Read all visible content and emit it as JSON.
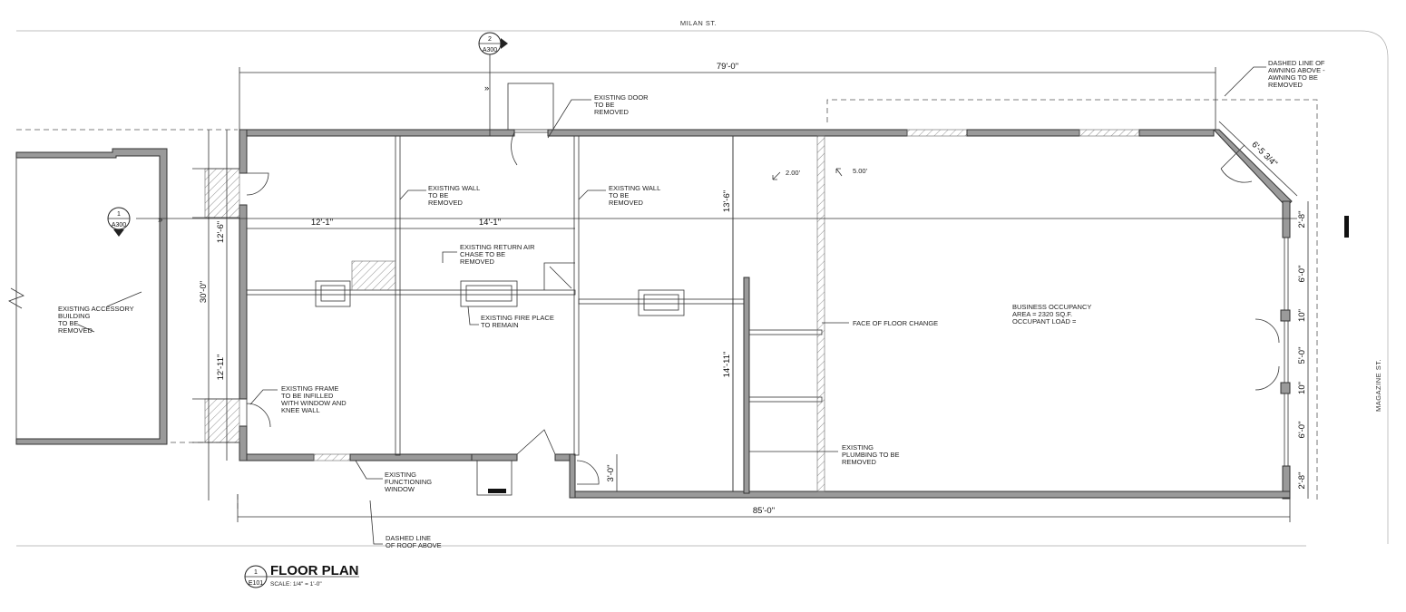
{
  "streets": {
    "north": "MILAN ST.",
    "east": "MAGAZINE ST."
  },
  "section_markers": [
    {
      "number": "2",
      "sheet": "A300"
    },
    {
      "number": "1",
      "sheet": "A300"
    }
  ],
  "dimensions": {
    "overall_top": "79'-0\"",
    "overall_bottom": "85'-0\"",
    "room_1_width": "12'-1\"",
    "room_2_width": "14'-1\"",
    "left_depth": "30'-0\"",
    "left_upper": "12'-6\"",
    "left_lower": "12'-11\"",
    "center_upper": "13'-6\"",
    "center_lower": "14'-11\"",
    "corner_chamfer": "6'-5 3/4\"",
    "door_width": "3'-0\"",
    "right_segments": [
      "2'-8\"",
      "6'-0\"",
      "10\"",
      "5'-0\"",
      "10\"",
      "6'-0\"",
      "2'-8\""
    ]
  },
  "slopes": [
    "2.00'",
    "5.00'"
  ],
  "notes": {
    "existing_door": [
      "EXISTING DOOR",
      "TO BE",
      "REMOVED"
    ],
    "existing_wall_1": [
      "EXISTING WALL",
      "TO BE",
      "REMOVED"
    ],
    "existing_wall_2": [
      "EXISTING WALL",
      "TO BE",
      "REMOVED"
    ],
    "return_air": [
      "EXISTING RETURN AIR",
      "CHASE TO BE",
      "REMOVED"
    ],
    "fire_place": [
      "EXISTING FIRE PLACE",
      "TO REMAIN"
    ],
    "accessory_building": [
      "EXISTING ACCESSORY",
      "BUILDING",
      "TO BE",
      "REMOVED"
    ],
    "existing_frame": [
      "EXISTING FRAME",
      "TO BE INFILLED",
      "WITH WINDOW AND",
      "KNEE WALL"
    ],
    "functioning_window": [
      "EXISTING",
      "FUNCTIONING",
      "WINDOW"
    ],
    "roof_above": [
      "DASHED LINE",
      "OF ROOF ABOVE"
    ],
    "floor_change": [
      "FACE OF FLOOR CHANGE"
    ],
    "plumbing": [
      "EXISTING",
      "PLUMBING TO BE",
      "REMOVED"
    ],
    "awning": [
      "DASHED LINE OF",
      "AWNING ABOVE -",
      "AWNING TO BE",
      "REMOVED"
    ],
    "occupancy": [
      "BUSINESS OCCUPANCY",
      "AREA = 2320 SQ.F.",
      "OCCUPANT LOAD ="
    ]
  },
  "title_block": {
    "detail_number": "1",
    "sheet": "E101",
    "title": "FLOOR PLAN",
    "scale": "SCALE: 1/4\" = 1'-0\""
  }
}
